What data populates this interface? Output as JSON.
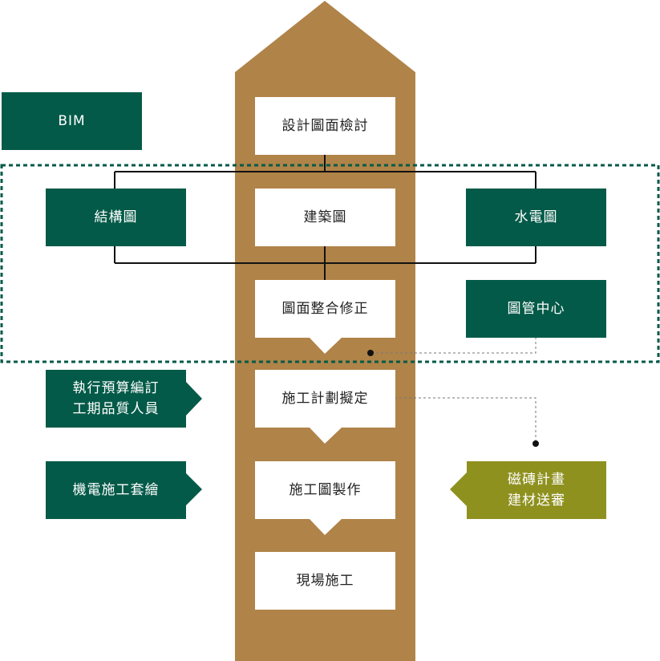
{
  "colors": {
    "column": "#b08348",
    "green": "#035a48",
    "olive": "#8f911f",
    "dashed_border": "#035a48",
    "connector": "#111111",
    "dotted_connector": "#777777"
  },
  "left_boxes": {
    "bim": "BIM",
    "structural": "結構圖",
    "budget_line1": "執行預算編訂",
    "budget_line2": "工期品質人員",
    "mep_drawing": "機電施工套繪"
  },
  "center_boxes": {
    "design_review": "設計圖面檢討",
    "architectural": "建築圖",
    "integration": "圖面整合修正",
    "construction_plan": "施工計劃擬定",
    "construction_drawing": "施工圖製作",
    "site_construction": "現場施工"
  },
  "right_boxes": {
    "mep": "水電圖",
    "pipe_center": "圖管中心",
    "tile_line1": "磁磚計畫",
    "tile_line2": "建材送審"
  }
}
